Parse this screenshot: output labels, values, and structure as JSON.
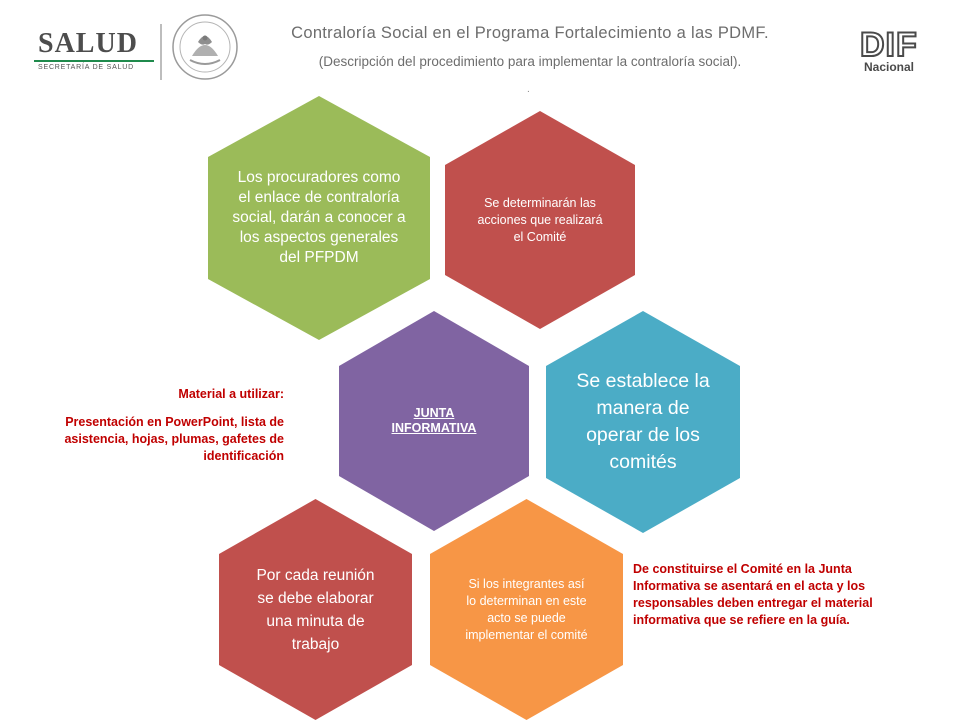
{
  "header": {
    "salud_logo": "SALUD",
    "salud_sub": "SECRETARÍA DE SALUD",
    "seal_icon": "mexican-coat-of-arms-icon",
    "title": "Contraloría Social en el Programa Fortalecimiento a las PDMF.",
    "subtitle": "(Descripción del procedimiento para implementar la contraloría social).",
    "dot": ".",
    "dif_logo": "DIF",
    "dif_sub": "Nacional"
  },
  "hexagons": {
    "green": {
      "text": "Los procuradores como el enlace de contraloría social, darán a conocer a los aspectos generales del PFPDM",
      "color": "#9bbb59"
    },
    "red_top": {
      "text": "Se determinarán las acciones que realizará   el Comité",
      "color": "#c0504d"
    },
    "purple": {
      "text": "JUNTA INFORMATIVA",
      "color": "#8064a2"
    },
    "teal": {
      "text": "Se establece la manera de operar de los comités",
      "color": "#4bacc6"
    },
    "red_bottom": {
      "text": "Por cada reunión se debe elaborar una minuta de trabajo",
      "color": "#c0504d"
    },
    "orange": {
      "text": "Si los integrantes así lo determinan en este acto se puede implementar el comité",
      "color": "#f79646"
    }
  },
  "notes": {
    "material_title": "Material a  utilizar:",
    "material_body": "Presentación en PowerPoint, lista de asistencia, hojas, plumas, gafetes de identificación",
    "constitution": "De constituirse el Comité en la Junta Informativa se asentará en el acta y los responsables deben entregar el material informativa que se refiere en la guía."
  }
}
